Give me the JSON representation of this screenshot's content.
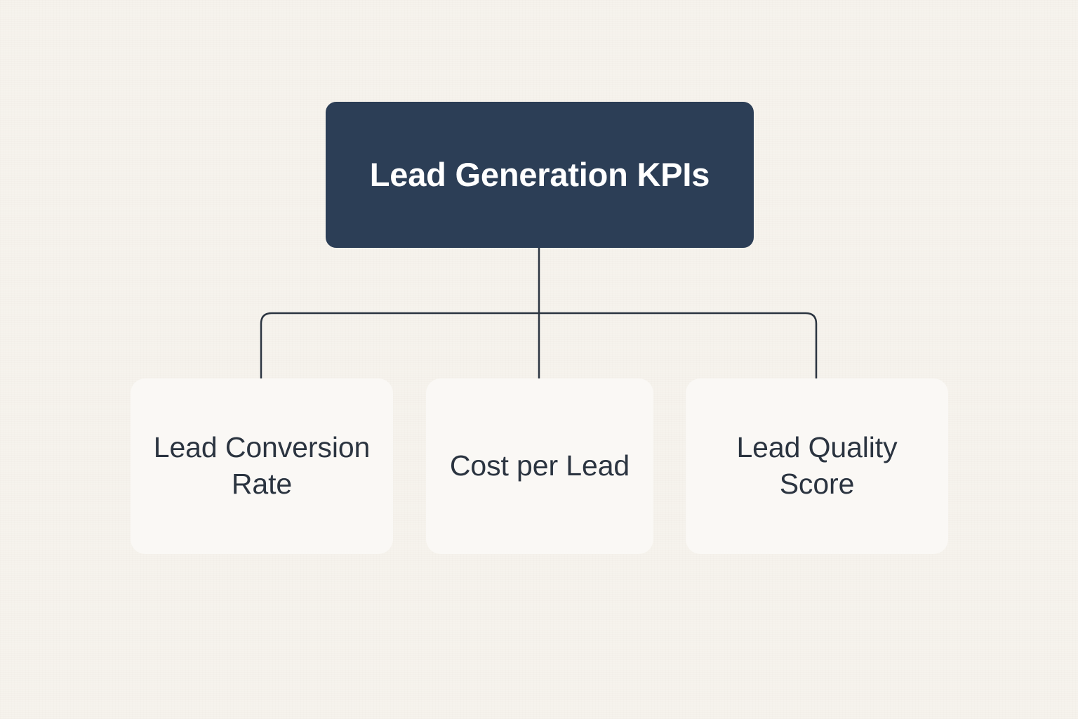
{
  "diagram": {
    "type": "hierarchy-tree",
    "orientation": "top-down",
    "background_color": "#F6F3ED",
    "root": {
      "label": "Lead Generation KPIs",
      "fill_color": "#2C3E56",
      "text_color": "#FFFFFF"
    },
    "children": [
      {
        "label": "Lead Conversion Rate",
        "fill_color": "#FAF8F5",
        "text_color": "#2B3440"
      },
      {
        "label": "Cost per Lead",
        "fill_color": "#FAF8F5",
        "text_color": "#2B3440"
      },
      {
        "label": "Lead Quality Score",
        "fill_color": "#FAF8F5",
        "text_color": "#2B3440"
      }
    ],
    "connectors": {
      "stroke_color": "#2B3440",
      "stroke_width": 2.5,
      "corner_radius": 15,
      "style": "orthogonal-elbow"
    }
  }
}
